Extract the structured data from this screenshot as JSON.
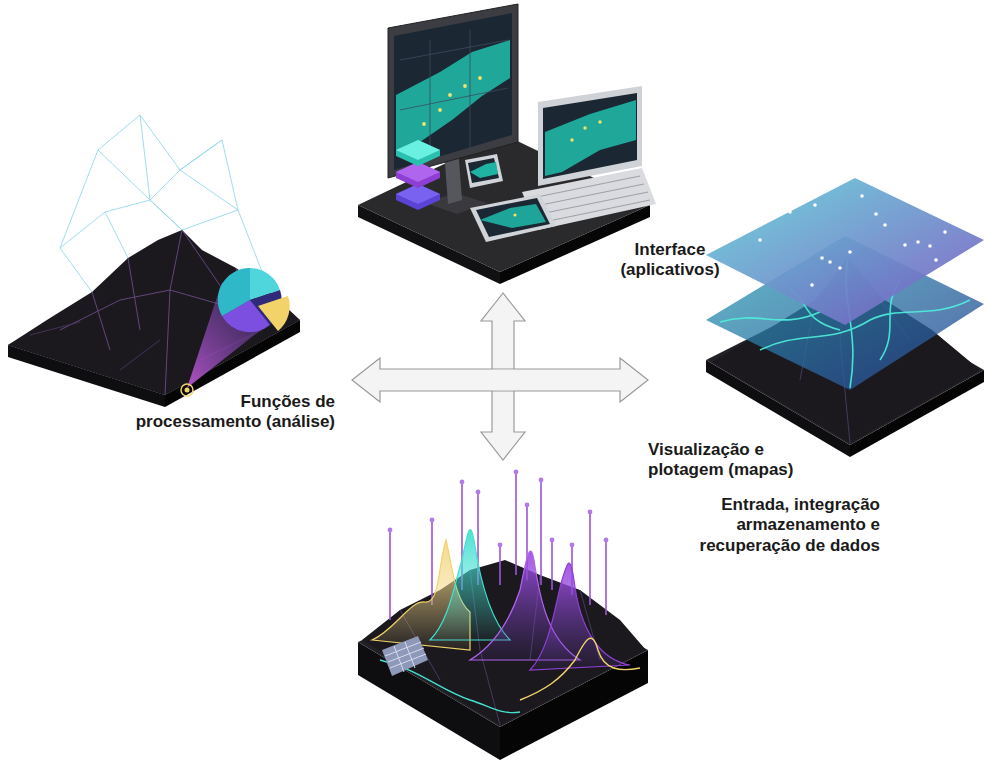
{
  "diagram": {
    "nodes": [
      {
        "text": [
          "Interface (aplicativos)"
        ]
      },
      {
        "text": [
          "Funções de processamento (análise)"
        ]
      },
      {
        "text": [
          "Visualização e plotagem (mapas)"
        ]
      },
      {
        "text": [
          "Entrada, integração armazenamento e recuperação de dados"
        ]
      }
    ],
    "edges": [
      {
        "from": 0,
        "to": 3,
        "arrow": "both"
      },
      {
        "from": 1,
        "to": 2,
        "arrow": "both"
      }
    ]
  }
}
